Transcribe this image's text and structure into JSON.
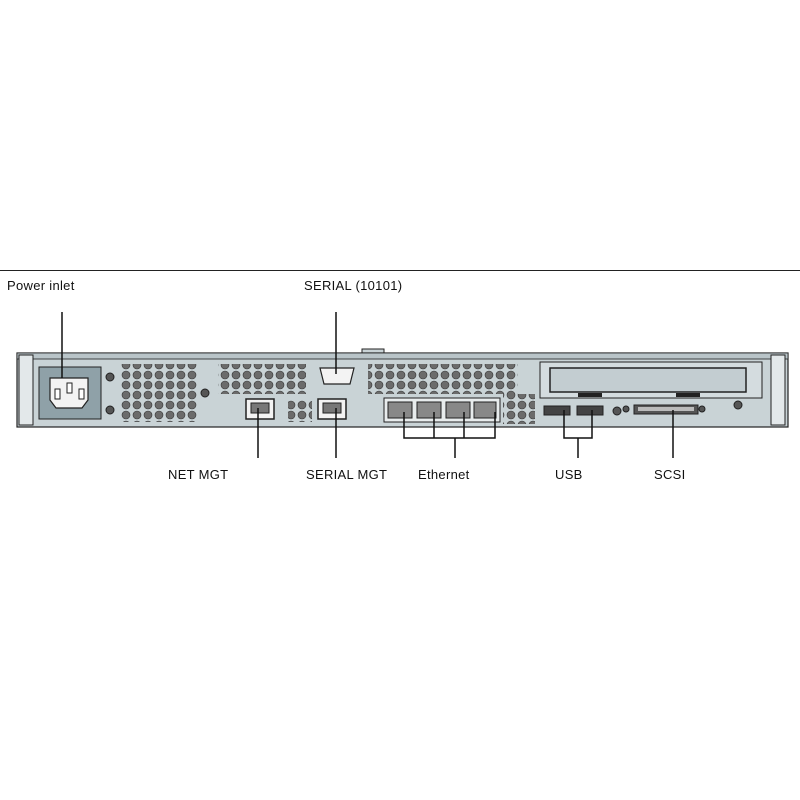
{
  "title": "Server rear panel connectors",
  "labels": {
    "power_inlet": "Power inlet",
    "serial": "SERIAL (10101)",
    "net_mgt": "NET MGT",
    "serial_mgt": "SERIAL MGT",
    "ethernet": "Ethernet",
    "usb": "USB",
    "scsi": "SCSI"
  },
  "colors": {
    "chassis": "#c9d3d6",
    "outline": "#222222",
    "vent": "#6b6b6b",
    "port_dark": "#333333"
  }
}
